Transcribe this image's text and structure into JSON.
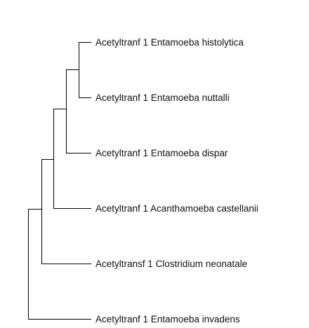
{
  "tree": {
    "leaves": [
      {
        "label": "Acetyltranf 1 Entamoeba histolytica"
      },
      {
        "label": "Acetyltranf 1 Entamoeba nuttalli"
      },
      {
        "label": "Acetyltranf 1 Entamoeba dispar"
      },
      {
        "label": "Acetyltranf 1 Acanthamoeba castellanii"
      },
      {
        "label": "Acetyltransf 1 Clostridium neonatale"
      },
      {
        "label": "Acetyltranf 1 Entamoeba invadens"
      }
    ]
  },
  "colors": {
    "line": "#000000",
    "text": "#111111",
    "background": "#ffffff"
  }
}
